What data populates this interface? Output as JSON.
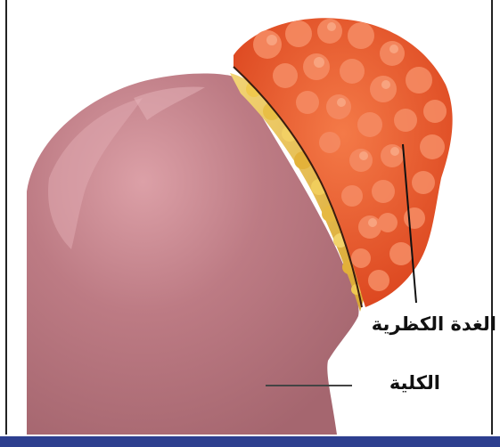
{
  "labels": {
    "adrenal_gland": "الغدة الكظرية",
    "kidney": "الكلية"
  },
  "colors": {
    "kidney": "#b8737d",
    "kidney_highlight": "#d79aa2",
    "fat_layer": "#e8c050",
    "adrenal_gland": "#e8501f",
    "adrenal_bumps": "#f07a52",
    "bottom_bar": "#2d3f8f"
  },
  "icons": {
    "kidney": "kidney-illustration",
    "adrenal_gland": "adrenal-gland-illustration"
  }
}
